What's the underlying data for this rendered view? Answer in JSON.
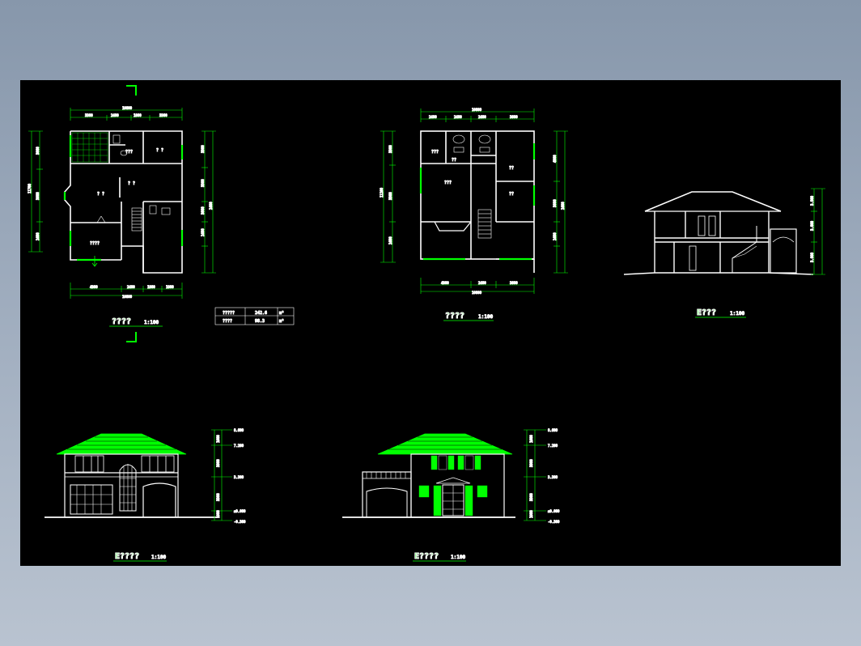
{
  "colors": {
    "background": "#000000",
    "wall": "#ffffff",
    "accent": "#00ff00",
    "dimension": "#00ff00",
    "desktop": "#8d9bb0"
  },
  "plan1": {
    "title": "????",
    "scale": "1:100",
    "top_dims": [
      "10800",
      "3300",
      "2400",
      "1800",
      "3300"
    ],
    "bottom_dims": [
      "10800",
      "4800",
      "2400",
      "1800",
      "1800"
    ],
    "left_dims": [
      "11700",
      "3000",
      "3600",
      "2400"
    ],
    "right_dims": [
      "3300",
      "3300",
      "3600",
      "2400",
      "2400"
    ],
    "rooms": [
      "? ?",
      "? ?",
      "???",
      "? ?",
      "????"
    ],
    "area_table": [
      {
        "label": "?????",
        "value": "242.6",
        "unit": "m²"
      },
      {
        "label": "????",
        "value": "98.3",
        "unit": "m²"
      }
    ]
  },
  "plan2": {
    "title": "????",
    "scale": "1:100",
    "top_dims": [
      "10800",
      "2400",
      "2400",
      "2400",
      "3600"
    ],
    "bottom_dims": [
      "10800",
      "4800",
      "2400",
      "3600"
    ],
    "left_dims": [
      "11100",
      "3300",
      "3300",
      "2400"
    ],
    "right_dims": [
      "4800",
      "3600",
      "2400",
      "2400"
    ],
    "rooms": [
      "???",
      "??",
      "???",
      "??",
      "??"
    ]
  },
  "section": {
    "title": "E???",
    "scale": "1:100",
    "levels": [
      "3.900",
      "3.000",
      "3.000"
    ]
  },
  "elev1": {
    "title": "E????",
    "scale": "1:100",
    "levels": [
      "8.600",
      "7.200",
      "3.300",
      "±0.000",
      "-0.300"
    ],
    "dims": [
      "1600",
      "3900",
      "3300",
      "1000"
    ]
  },
  "elev2": {
    "title": "E????",
    "scale": "1:100",
    "levels": [
      "8.600",
      "7.200",
      "3.300",
      "±0.000",
      "-0.300"
    ],
    "dims": [
      "1600",
      "3900",
      "3300",
      "1000"
    ]
  }
}
